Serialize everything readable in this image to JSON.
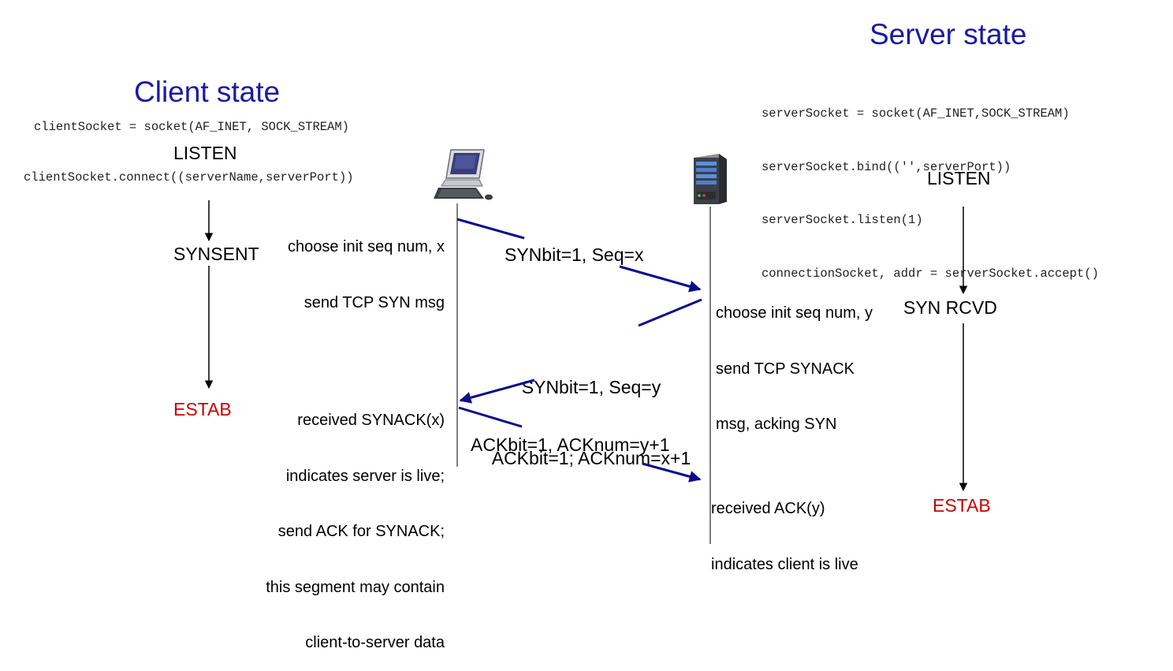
{
  "client": {
    "heading": "Client state",
    "code_socket": "clientSocket = socket(AF_INET, SOCK_STREAM)",
    "code_connect": "clientSocket.connect((serverName,serverPort))",
    "state_listen": "LISTEN",
    "state_synsent": "SYNSENT",
    "state_estab": "ESTAB",
    "note_init_lines": [
      "choose init seq num, x",
      "send TCP SYN msg"
    ],
    "note_received_lines": [
      "received SYNACK(x)",
      "indicates server is live;",
      "send ACK for SYNACK;",
      "this segment may contain",
      "client-to-server data"
    ]
  },
  "server": {
    "heading": "Server state",
    "code_lines": [
      "serverSocket = socket(AF_INET,SOCK_STREAM)",
      "serverSocket.bind(('',serverPort))",
      "serverSocket.listen(1)",
      "connectionSocket, addr = serverSocket.accept()"
    ],
    "state_listen": "LISTEN",
    "state_synrcvd": "SYN RCVD",
    "state_estab": "ESTAB",
    "note_init_lines": [
      "choose init seq num, y",
      "send TCP SYNACK",
      "msg, acking SYN"
    ],
    "note_received_lines": [
      "received ACK(y)",
      "indicates client is live"
    ]
  },
  "messages": {
    "syn": "SYNbit=1, Seq=x",
    "synack_lines": [
      "SYNbit=1, Seq=y",
      "ACKbit=1; ACKnum=x+1"
    ],
    "ack": "ACKbit=1, ACKnum=y+1"
  },
  "icons": {
    "client_host": "desktop-computer-icon",
    "server_host": "server-tower-icon"
  },
  "colors": {
    "heading": "#1a1aa6",
    "estab": "#cc0000",
    "message_arrow": "#0a0a8c"
  }
}
